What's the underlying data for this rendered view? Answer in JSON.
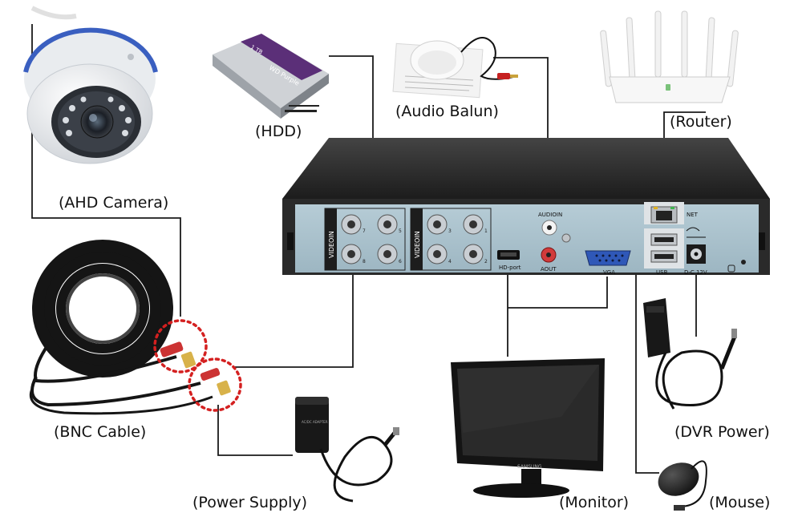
{
  "labels": {
    "hdd": "(HDD)",
    "audio_balun": "(Audio Balun)",
    "router": "(Router)",
    "ahd_camera": "(AHD Camera)",
    "bnc_cable": "(BNC Cable)",
    "power_supply": "(Power Supply)",
    "monitor": "(Monitor)",
    "dvr_power": "(DVR Power)",
    "mouse": "(Mouse)"
  },
  "dvr_panel": {
    "video_in_a": "VIDEOIN",
    "video_in_b": "VIDEOIN",
    "bnc_numbers_a": [
      "7",
      "5",
      "8",
      "6"
    ],
    "bnc_numbers_b": [
      "3",
      "1",
      "4",
      "2"
    ],
    "audio_in": "AUDIOIN",
    "audio_out": "AOUT",
    "hdmi": "HD-port",
    "vga": "VGA",
    "net": "NET",
    "usb": "USB",
    "dc": "D-C 12V"
  },
  "device_text": {
    "hdd_brand": "WD Purple",
    "hdd_capacity": "1 TB",
    "monitor_brand": "SAMSUNG",
    "adapter_text": "AC/DC ADAPTER"
  },
  "colors": {
    "dvr_body": "#2a2a2a",
    "dvr_panel": "#a9c1cc",
    "line": "#1a1a1a",
    "highlight": "#d42020",
    "hdd_label": "#6b3a8a"
  }
}
